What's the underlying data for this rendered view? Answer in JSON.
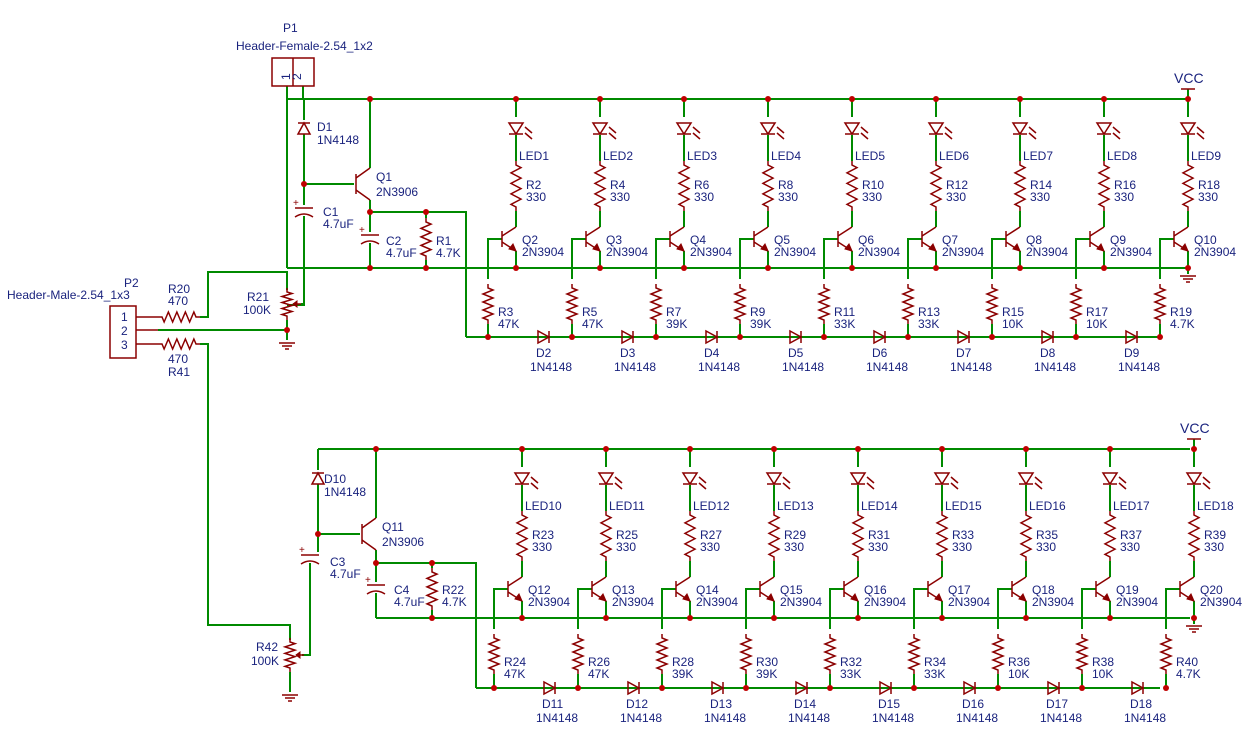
{
  "power": {
    "vcc": "VCC"
  },
  "connectors": {
    "p1": {
      "ref": "P1",
      "value": "Header-Female-2.54_1x2",
      "pins": [
        "1",
        "2"
      ]
    },
    "p2": {
      "ref": "P2",
      "value": "Header-Male-2.54_1x3",
      "pins": [
        "1",
        "2",
        "3"
      ]
    }
  },
  "leds_top": [
    "LED1",
    "LED2",
    "LED3",
    "LED4",
    "LED5",
    "LED6",
    "LED7",
    "LED8",
    "LED9"
  ],
  "leds_bottom": [
    "LED10",
    "LED11",
    "LED12",
    "LED13",
    "LED14",
    "LED15",
    "LED16",
    "LED17",
    "LED18"
  ],
  "res_top_ref": [
    "R2",
    "R4",
    "R6",
    "R8",
    "R10",
    "R12",
    "R14",
    "R16",
    "R18"
  ],
  "res_bottom_ref": [
    "R23",
    "R25",
    "R27",
    "R29",
    "R31",
    "R33",
    "R35",
    "R37",
    "R39"
  ],
  "led_res_value": "330",
  "npn_top": [
    "Q2",
    "Q3",
    "Q4",
    "Q5",
    "Q6",
    "Q7",
    "Q8",
    "Q9",
    "Q10"
  ],
  "npn_bottom": [
    "Q12",
    "Q13",
    "Q14",
    "Q15",
    "Q16",
    "Q17",
    "Q18",
    "Q19",
    "Q20"
  ],
  "npn_value": "2N3904",
  "ladder_top_ref": [
    "R3",
    "R5",
    "R7",
    "R9",
    "R11",
    "R13",
    "R15",
    "R17",
    "R19"
  ],
  "ladder_bottom_ref": [
    "R24",
    "R26",
    "R28",
    "R30",
    "R32",
    "R34",
    "R36",
    "R38",
    "R40"
  ],
  "ladder_values": [
    "47K",
    "47K",
    "39K",
    "39K",
    "33K",
    "33K",
    "10K",
    "10K",
    "4.7K"
  ],
  "diodes_top": [
    "D2",
    "D3",
    "D4",
    "D5",
    "D6",
    "D7",
    "D8",
    "D9"
  ],
  "diodes_bottom": [
    "D11",
    "D12",
    "D13",
    "D14",
    "D15",
    "D16",
    "D17",
    "D18"
  ],
  "diode_value": "1N4148",
  "top_driver": {
    "d1": {
      "ref": "D1",
      "value": "1N4148"
    },
    "q1": {
      "ref": "Q1",
      "value": "2N3906"
    },
    "c1": {
      "ref": "C1",
      "value": "4.7uF"
    },
    "c2": {
      "ref": "C2",
      "value": "4.7uF"
    },
    "r1": {
      "ref": "R1",
      "value": "4.7K"
    },
    "r20": {
      "ref": "R20",
      "value": "470"
    },
    "r21": {
      "ref": "R21",
      "value": "100K"
    }
  },
  "bottom_driver": {
    "d10": {
      "ref": "D10",
      "value": "1N4148"
    },
    "q11": {
      "ref": "Q11",
      "value": "2N3906"
    },
    "c3": {
      "ref": "C3",
      "value": "4.7uF"
    },
    "c4": {
      "ref": "C4",
      "value": "4.7uF"
    },
    "r22": {
      "ref": "R22",
      "value": "4.7K"
    },
    "r41": {
      "ref": "R41",
      "value": "470"
    },
    "r42": {
      "ref": "R42",
      "value": "100K"
    }
  }
}
